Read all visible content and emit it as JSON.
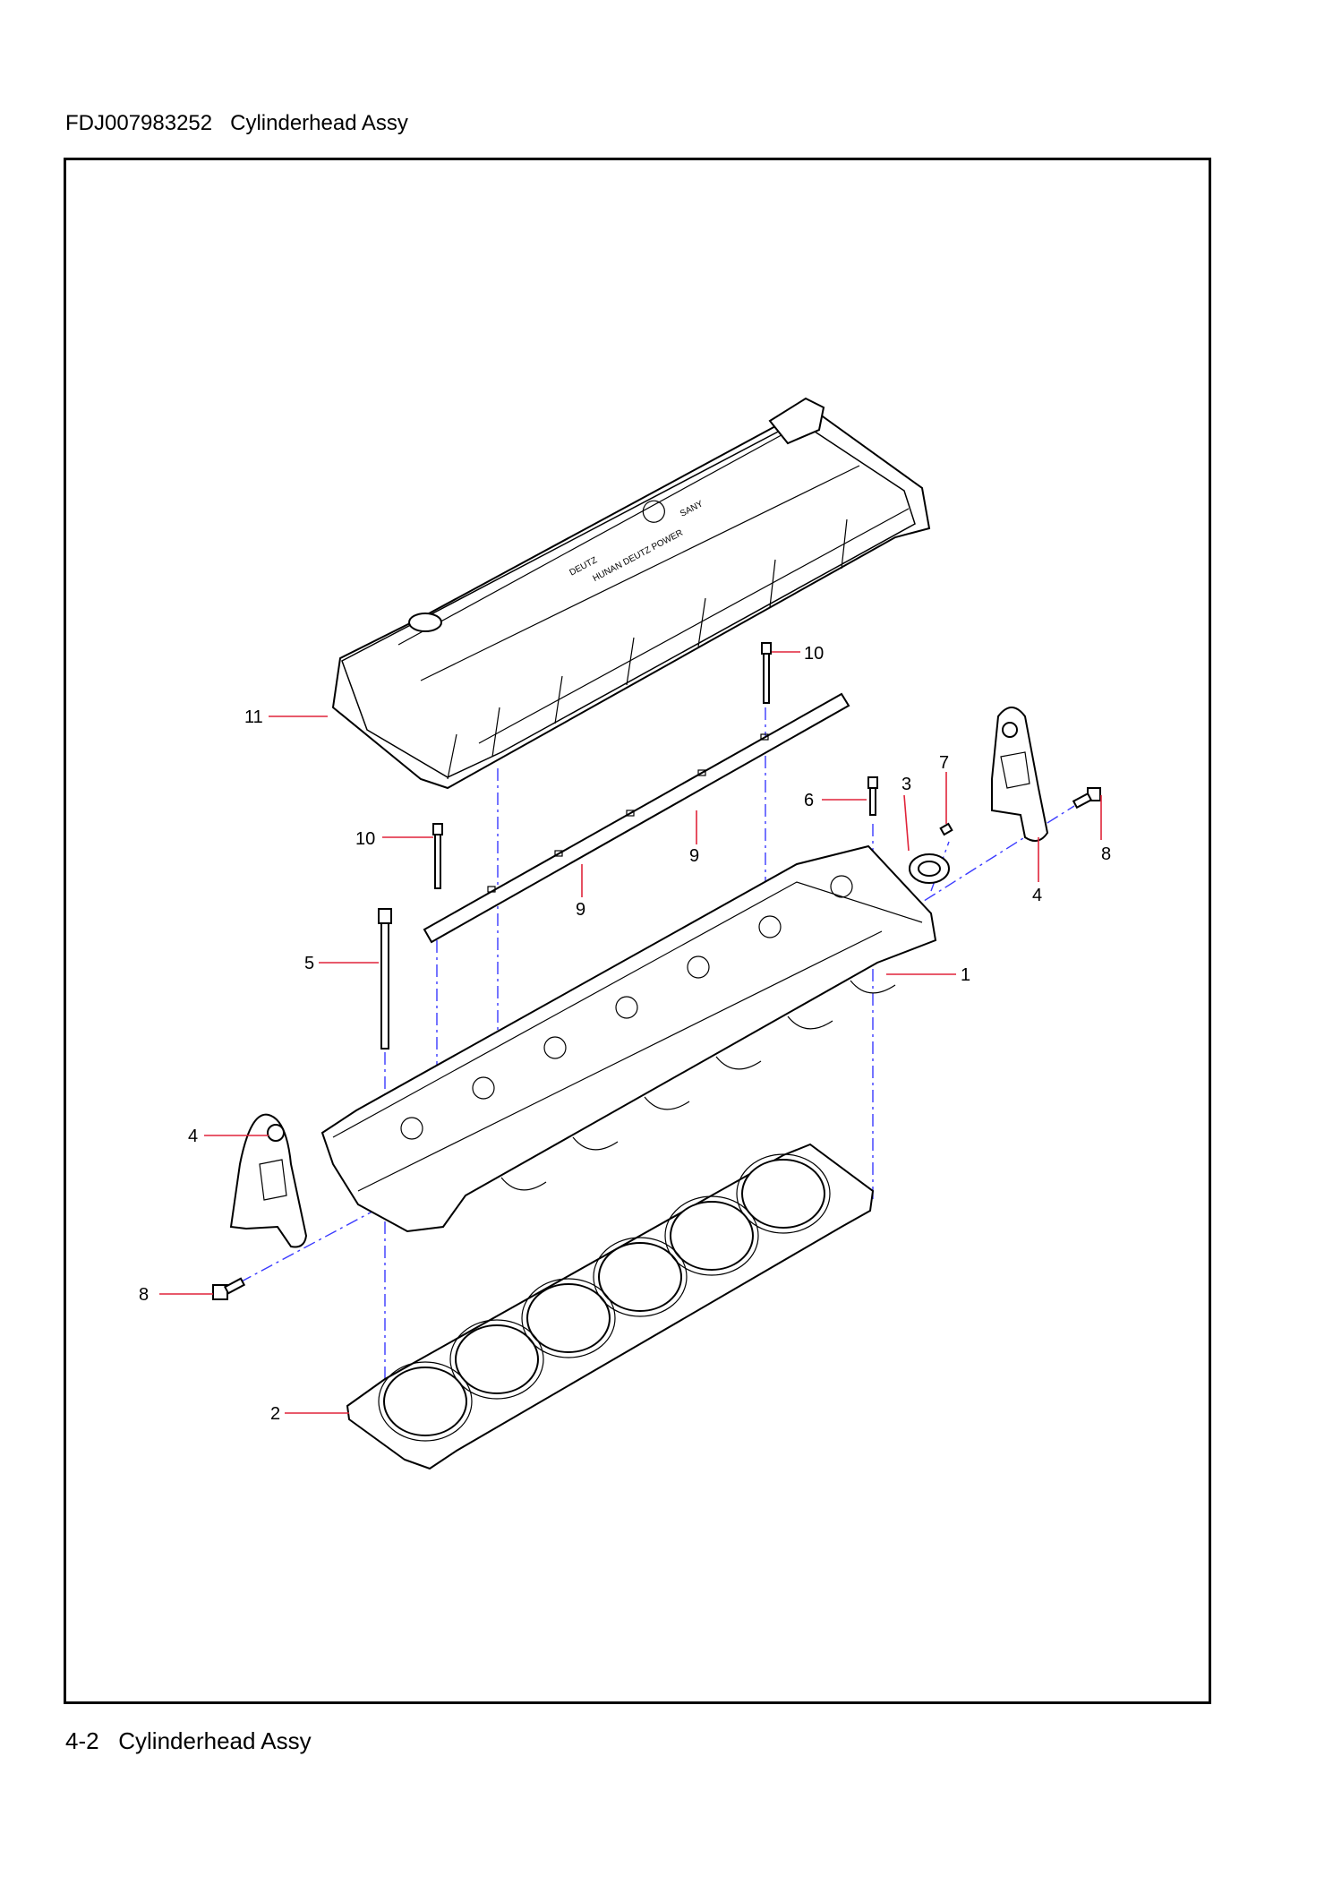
{
  "header": {
    "part_number": "FDJ007983252",
    "title": "Cylinderhead Assy"
  },
  "footer": {
    "page_number": "4-2",
    "title": "Cylinderhead Assy"
  },
  "diagram": {
    "cover_branding": [
      "DEUTZ",
      "SANY",
      "HUNAN DEUTZ POWER"
    ],
    "callouts": [
      {
        "label": "11",
        "part": "cylinder-head-cover"
      },
      {
        "label": "10",
        "part": "bolt-top"
      },
      {
        "label": "10",
        "part": "bolt-left"
      },
      {
        "label": "9",
        "part": "rocker-shaft-right"
      },
      {
        "label": "9",
        "part": "rocker-shaft-left"
      },
      {
        "label": "7",
        "part": "screw"
      },
      {
        "label": "6",
        "part": "bolt-short"
      },
      {
        "label": "3",
        "part": "flange"
      },
      {
        "label": "8",
        "part": "bolt-right"
      },
      {
        "label": "4",
        "part": "lifting-eye-right"
      },
      {
        "label": "5",
        "part": "cylinder-head-bolt"
      },
      {
        "label": "1",
        "part": "cylinder-head"
      },
      {
        "label": "4",
        "part": "lifting-eye-left"
      },
      {
        "label": "8",
        "part": "bolt-left-bottom"
      },
      {
        "label": "2",
        "part": "cylinder-head-gasket"
      }
    ]
  }
}
